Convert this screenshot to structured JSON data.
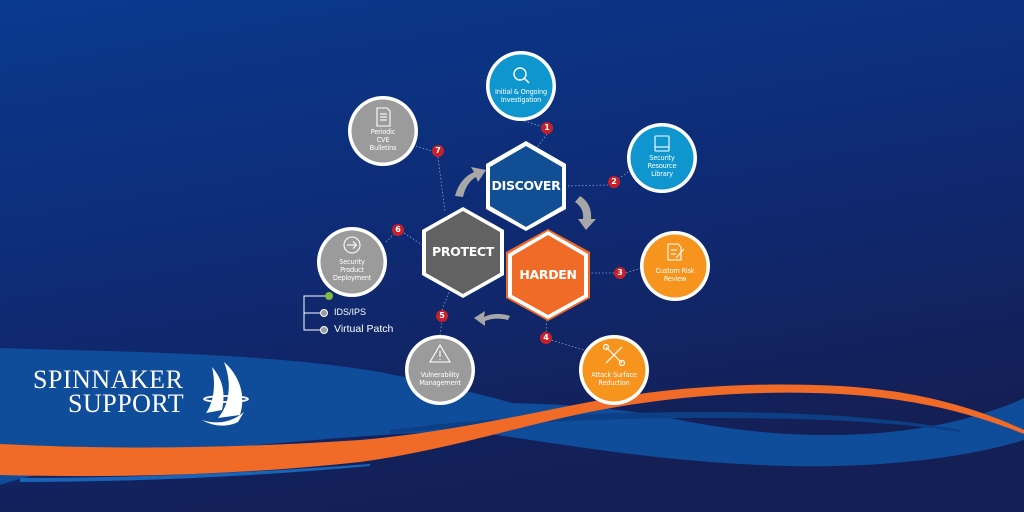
{
  "colors": {
    "bg_top": "#0a3a8f",
    "bg_bottom": "#141f55",
    "wave_blue": "#0f4c99",
    "wave_orange": "#f06a28",
    "badge_red": "#c8202a",
    "discover_blue": "#114e93",
    "harden_orange": "#f06a28",
    "protect_gray": "#626262",
    "circle_blue": "#0f96cf",
    "circle_orange": "#f7941d",
    "circle_gray": "#9b9b9b",
    "arrow_gray": "#a7a7a7",
    "node_green": "#7dbb3c"
  },
  "brand": {
    "line1": "SPINNAKER",
    "line2": "SUPPORT"
  },
  "hexagons": [
    {
      "id": "discover",
      "label": "DISCOVER"
    },
    {
      "id": "harden",
      "label": "HARDEN"
    },
    {
      "id": "protect",
      "label": "PROTECT"
    }
  ],
  "steps": [
    {
      "number": "1",
      "label_lines": [
        "Initial & Ongoing",
        "Investigation"
      ],
      "icon": "magnifier-icon",
      "phase": "discover"
    },
    {
      "number": "2",
      "label_lines": [
        "Security",
        "Resource",
        "Library"
      ],
      "icon": "book-icon",
      "phase": "discover"
    },
    {
      "number": "3",
      "label_lines": [
        "Custom Risk",
        "Review"
      ],
      "icon": "document-pen-icon",
      "phase": "harden"
    },
    {
      "number": "4",
      "label_lines": [
        "Attack Surface",
        "Reduction"
      ],
      "icon": "tools-icon",
      "phase": "harden"
    },
    {
      "number": "5",
      "label_lines": [
        "Vulnerability",
        "Management"
      ],
      "icon": "warning-icon",
      "phase": "protect"
    },
    {
      "number": "6",
      "label_lines": [
        "Security",
        "Product",
        "Deployment"
      ],
      "icon": "arrow-circle-icon",
      "phase": "protect"
    },
    {
      "number": "7",
      "label_lines": [
        "Periodic",
        "CVE",
        "Bulletins"
      ],
      "icon": "document-icon",
      "phase": "protect"
    }
  ],
  "deployment_options": [
    "IDS/IPS",
    "Virtual Patch"
  ]
}
